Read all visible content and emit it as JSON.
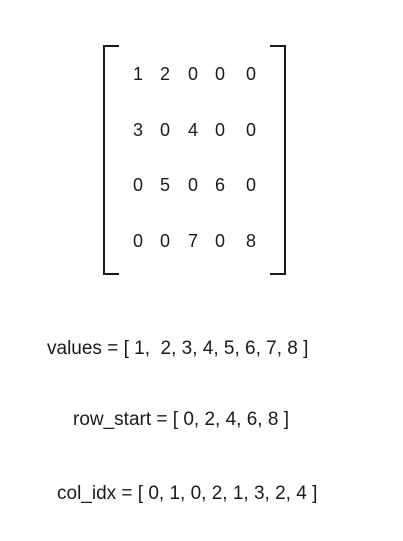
{
  "matrix": {
    "rows": [
      [
        "1",
        "2",
        "0",
        "0",
        "0"
      ],
      [
        "3",
        "0",
        "4",
        "0",
        "0"
      ],
      [
        "0",
        "5",
        "0",
        "6",
        "0"
      ],
      [
        "0",
        "0",
        "7",
        "0",
        "8"
      ]
    ]
  },
  "equations": {
    "values": "values = [ 1,  2, 3, 4, 5, 6, 7, 8 ]",
    "row_start": "row_start = [ 0, 2, 4, 6, 8 ]",
    "col_idx": "col_idx = [ 0, 1, 0, 2, 1, 3, 2, 4 ]"
  }
}
